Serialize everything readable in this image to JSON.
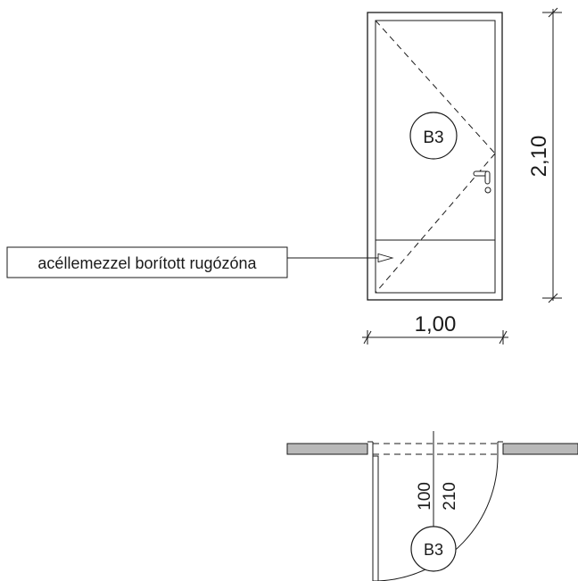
{
  "elevation": {
    "door_tag": "B3",
    "height_dim": "2,10",
    "width_dim": "1,00",
    "callout_text": "acéllemezzel borított rugózóna"
  },
  "plan": {
    "door_tag": "B3",
    "dim_a": "100",
    "dim_b": "210"
  }
}
